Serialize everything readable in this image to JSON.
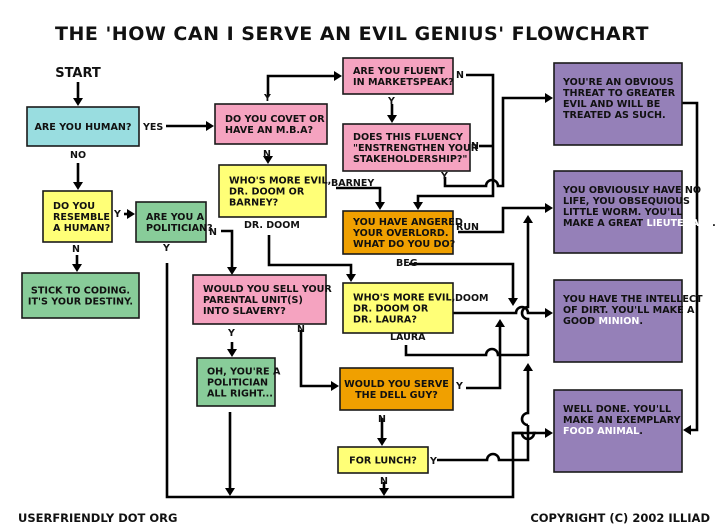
{
  "title": "THE 'HOW CAN I SERVE AN EVIL GENIUS' FLOWCHART",
  "colors": {
    "cyan": "#99dde0",
    "yellow": "#ffff77",
    "green": "#88cc99",
    "pink": "#f5a3c0",
    "orange": "#f0a000",
    "purple": "#9580b8",
    "line": "#000000",
    "highlight_text": "#ffffff"
  },
  "start_label": "START",
  "nodes": {
    "human": {
      "lines": [
        "ARE YOU HUMAN?"
      ],
      "color": "cyan"
    },
    "resemble": {
      "lines": [
        "DO YOU",
        "RESEMBLE",
        "A HUMAN?"
      ],
      "color": "yellow"
    },
    "coding": {
      "lines": [
        "STICK TO CODING.",
        "IT'S YOUR DESTINY."
      ],
      "color": "green"
    },
    "politician": {
      "lines": [
        "ARE YOU A",
        "POLITICIAN?"
      ],
      "color": "green"
    },
    "mba": {
      "lines": [
        "DO YOU COVET OR",
        "HAVE AN M.B.A?"
      ],
      "color": "pink"
    },
    "marketspeak": {
      "lines": [
        "ARE YOU FLUENT",
        "IN MARKETSPEAK?"
      ],
      "color": "pink"
    },
    "fluency": {
      "lines": [
        "DOES THIS FLUENCY",
        "\"ENSTRENGTHEN YOUR",
        "STAKEHOLDERSHIP?\""
      ],
      "color": "pink"
    },
    "doom_barney": {
      "lines": [
        "WHO'S MORE EVIL,",
        "DR. DOOM OR",
        "BARNEY?"
      ],
      "color": "yellow"
    },
    "angered": {
      "lines": [
        "YOU HAVE ANGERED",
        "YOUR OVERLORD.",
        "WHAT DO YOU DO?"
      ],
      "color": "orange"
    },
    "sell_parents": {
      "lines": [
        "WOULD YOU SELL YOUR",
        "PARENTAL UNIT(S)",
        "INTO SLAVERY?"
      ],
      "color": "pink"
    },
    "doom_laura": {
      "lines": [
        "WHO'S MORE EVIL,",
        "DR. DOOM OR",
        "DR. LAURA?"
      ],
      "color": "yellow"
    },
    "politician_alright": {
      "lines": [
        "OH, YOU'RE A",
        "POLITICIAN",
        "ALL RIGHT..."
      ],
      "color": "green"
    },
    "dell_guy": {
      "lines": [
        "WOULD YOU SERVE",
        "THE DELL GUY?"
      ],
      "color": "orange"
    },
    "lunch": {
      "lines": [
        "FOR LUNCH?"
      ],
      "color": "yellow"
    },
    "threat": {
      "lines": [
        "YOU'RE AN OBVIOUS",
        "THREAT TO GREATER",
        "EVIL AND WILL BE",
        "TREATED AS SUCH."
      ],
      "color": "purple"
    },
    "lieutenant": {
      "lines": [
        "YOU OBVIOUSLY HAVE NO",
        "LIFE, YOU OBSEQUIOUS",
        "LITTLE WORM. YOU'LL",
        "MAKE A GREAT |LIEUTENANT|."
      ],
      "color": "purple"
    },
    "minion": {
      "lines": [
        "YOU HAVE THE INTELLECT",
        "OF DIRT. YOU'LL MAKE A",
        "GOOD |MINION|."
      ],
      "color": "purple"
    },
    "food": {
      "lines": [
        "WELL DONE. YOU'LL",
        "MAKE AN EXEMPLARY",
        "|FOOD| |ANIMAL|."
      ],
      "color": "purple"
    }
  },
  "edge_labels": {
    "human_yes": "YES",
    "human_no": "NO",
    "resemble_y": "Y",
    "resemble_n": "N",
    "politician_n": "N",
    "politician_y": "Y",
    "mba_y": "Y",
    "mba_n": "N",
    "marketspeak_n": "N",
    "marketspeak_y": "Y",
    "fluency_n": "N",
    "fluency_y": "Y",
    "barney": "BARNEY",
    "dr_doom": "DR. DOOM",
    "run": "RUN",
    "beg": "BEG",
    "doom": "DOOM",
    "laura": "LAURA",
    "sell_y": "Y",
    "sell_n": "N",
    "dell_y": "Y",
    "dell_n": "N",
    "lunch_y": "Y",
    "lunch_n": "N"
  },
  "footer": {
    "left": "USERFRIENDLY DOT ORG",
    "right": "COPYRIGHT (C) 2002 ILLIAD"
  }
}
